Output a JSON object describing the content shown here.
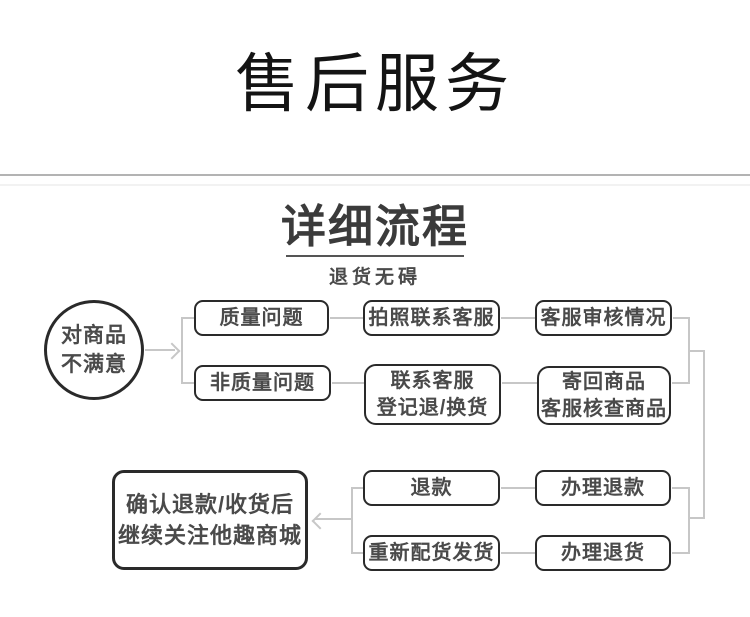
{
  "header": {
    "title": "售后服务"
  },
  "section": {
    "title": "详细流程",
    "subtitle": "退货无碍"
  },
  "flowchart": {
    "start": {
      "lines": [
        "对商品",
        "不满意"
      ]
    },
    "boxes": [
      {
        "name": "quality-issue",
        "lines": [
          "质量问题"
        ]
      },
      {
        "name": "photo-contact-service",
        "lines": [
          "拍照联系客服"
        ]
      },
      {
        "name": "service-review",
        "lines": [
          "客服审核情况"
        ]
      },
      {
        "name": "non-quality-issue",
        "lines": [
          "非质量问题"
        ]
      },
      {
        "name": "contact-service-register",
        "lines": [
          "联系客服",
          "登记退/换货"
        ]
      },
      {
        "name": "send-back-goods-verify",
        "lines": [
          "寄回商品",
          "客服核查商品"
        ]
      },
      {
        "name": "refund",
        "lines": [
          "退款"
        ]
      },
      {
        "name": "process-refund",
        "lines": [
          "办理退款"
        ]
      },
      {
        "name": "redeliver-and-ship",
        "lines": [
          "重新配货发货"
        ]
      },
      {
        "name": "process-return",
        "lines": [
          "办理退货"
        ]
      },
      {
        "name": "confirm-refund-follow-store",
        "lines": [
          "确认退款/收货后",
          "继续关注他趣商城"
        ]
      }
    ],
    "colors": {
      "box_border": "#2a2a2a",
      "box_text": "#4a4a4a",
      "connector": "#c7c7c7",
      "divider": "#b3b3b3"
    }
  }
}
